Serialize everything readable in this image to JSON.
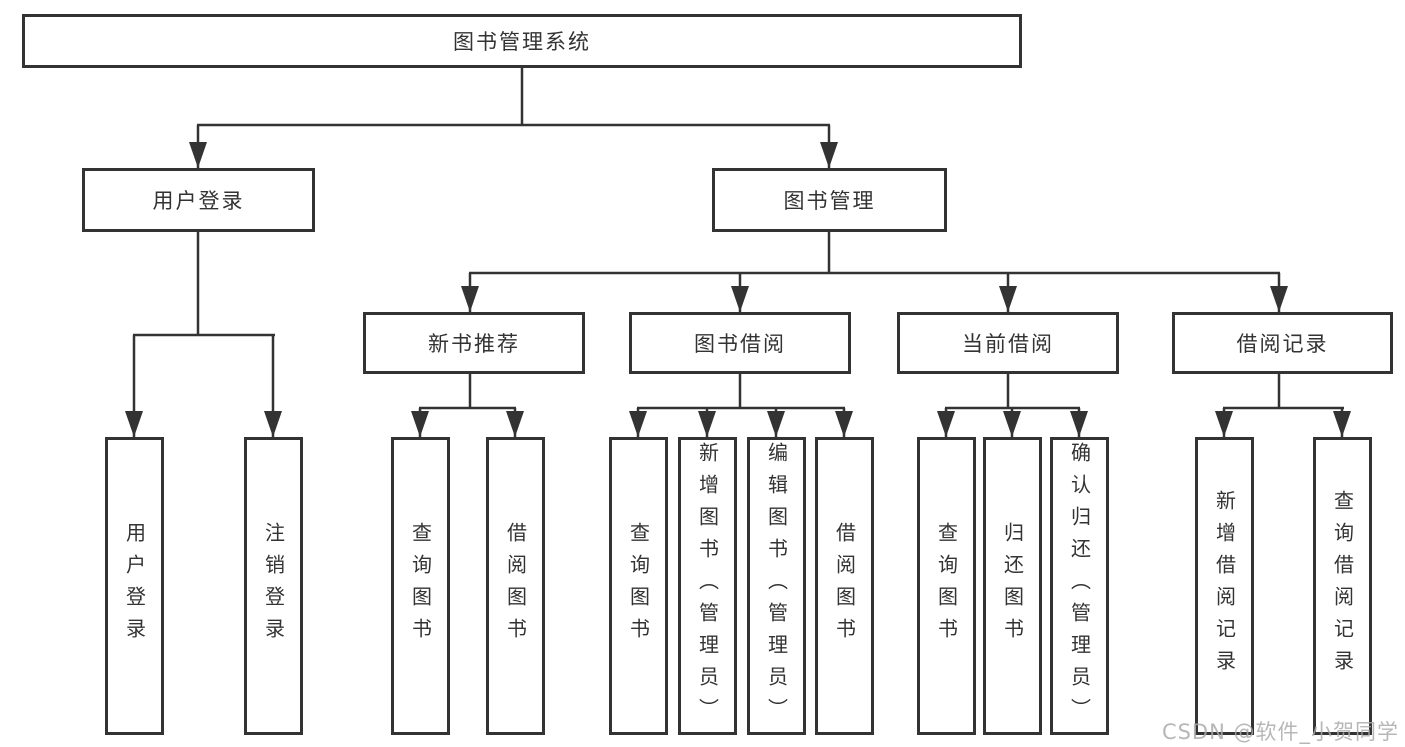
{
  "tree": {
    "root": {
      "label": "图书管理系统"
    },
    "branches": [
      {
        "label": "用户登录",
        "leaves": [
          {
            "label": "用户登录"
          },
          {
            "label": "注销登录"
          }
        ]
      },
      {
        "label": "图书管理",
        "groups": [
          {
            "label": "新书推荐",
            "leaves": [
              {
                "label": "查询图书"
              },
              {
                "label": "借阅图书"
              }
            ]
          },
          {
            "label": "图书借阅",
            "leaves": [
              {
                "label": "查询图书"
              },
              {
                "label": "新增图书（管理员）"
              },
              {
                "label": "编辑图书（管理员）"
              },
              {
                "label": "借阅图书"
              }
            ]
          },
          {
            "label": "当前借阅",
            "leaves": [
              {
                "label": "查询图书"
              },
              {
                "label": "归还图书"
              },
              {
                "label": "确认归还（管理员）"
              }
            ]
          },
          {
            "label": "借阅记录",
            "leaves": [
              {
                "label": "新增借阅记录"
              },
              {
                "label": "查询借阅记录"
              }
            ]
          }
        ]
      }
    ]
  },
  "watermark": {
    "text": "CSDN @软件_小贺同学"
  },
  "colors": {
    "line": "#333333",
    "box_border": "#333333",
    "text": "#333333",
    "watermark": "#ababab",
    "background": "#ffffff"
  }
}
